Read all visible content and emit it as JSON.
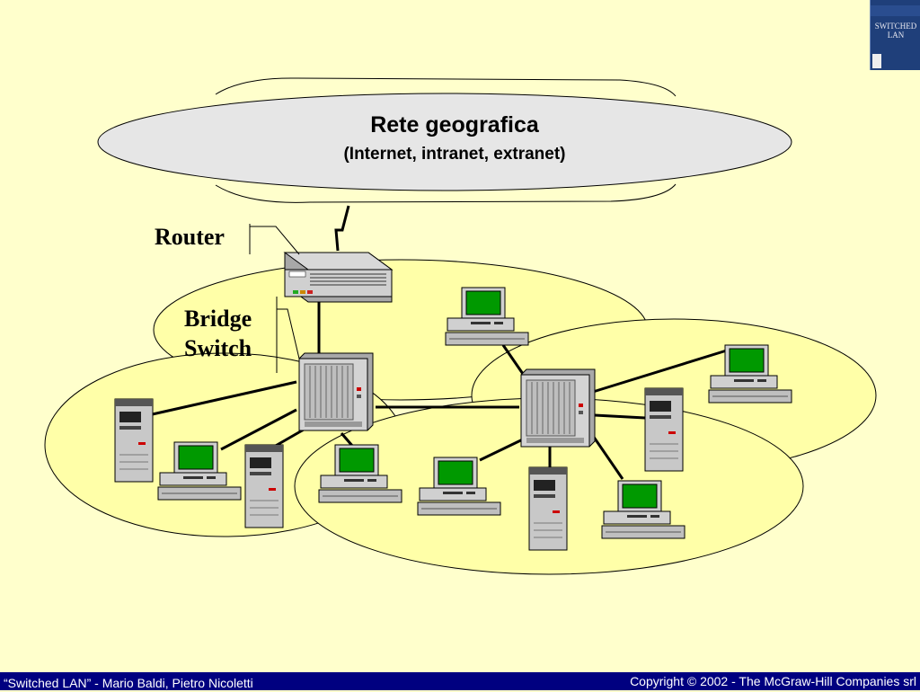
{
  "cloud": {
    "title": "Rete geografica",
    "subtitle": "(Internet, intranet, extranet)"
  },
  "labels": {
    "router": "Router",
    "bridge": "Bridge",
    "switch": "Switch"
  },
  "book_cover": {
    "title_line1": "SWITCHED",
    "title_line2": "LAN"
  },
  "footer": {
    "left": "“Switched LAN” - Mario Baldi, Pietro Nicoletti",
    "right": "Copyright © 2002 - The McGraw-Hill Companies srl"
  },
  "colors": {
    "background": "#FFFFCC",
    "lan_fill": "#FFFFA8",
    "cloud_fill": "#E6E6E6",
    "screen": "#009900",
    "device": "#C8C8C8",
    "footer": "#000080"
  }
}
